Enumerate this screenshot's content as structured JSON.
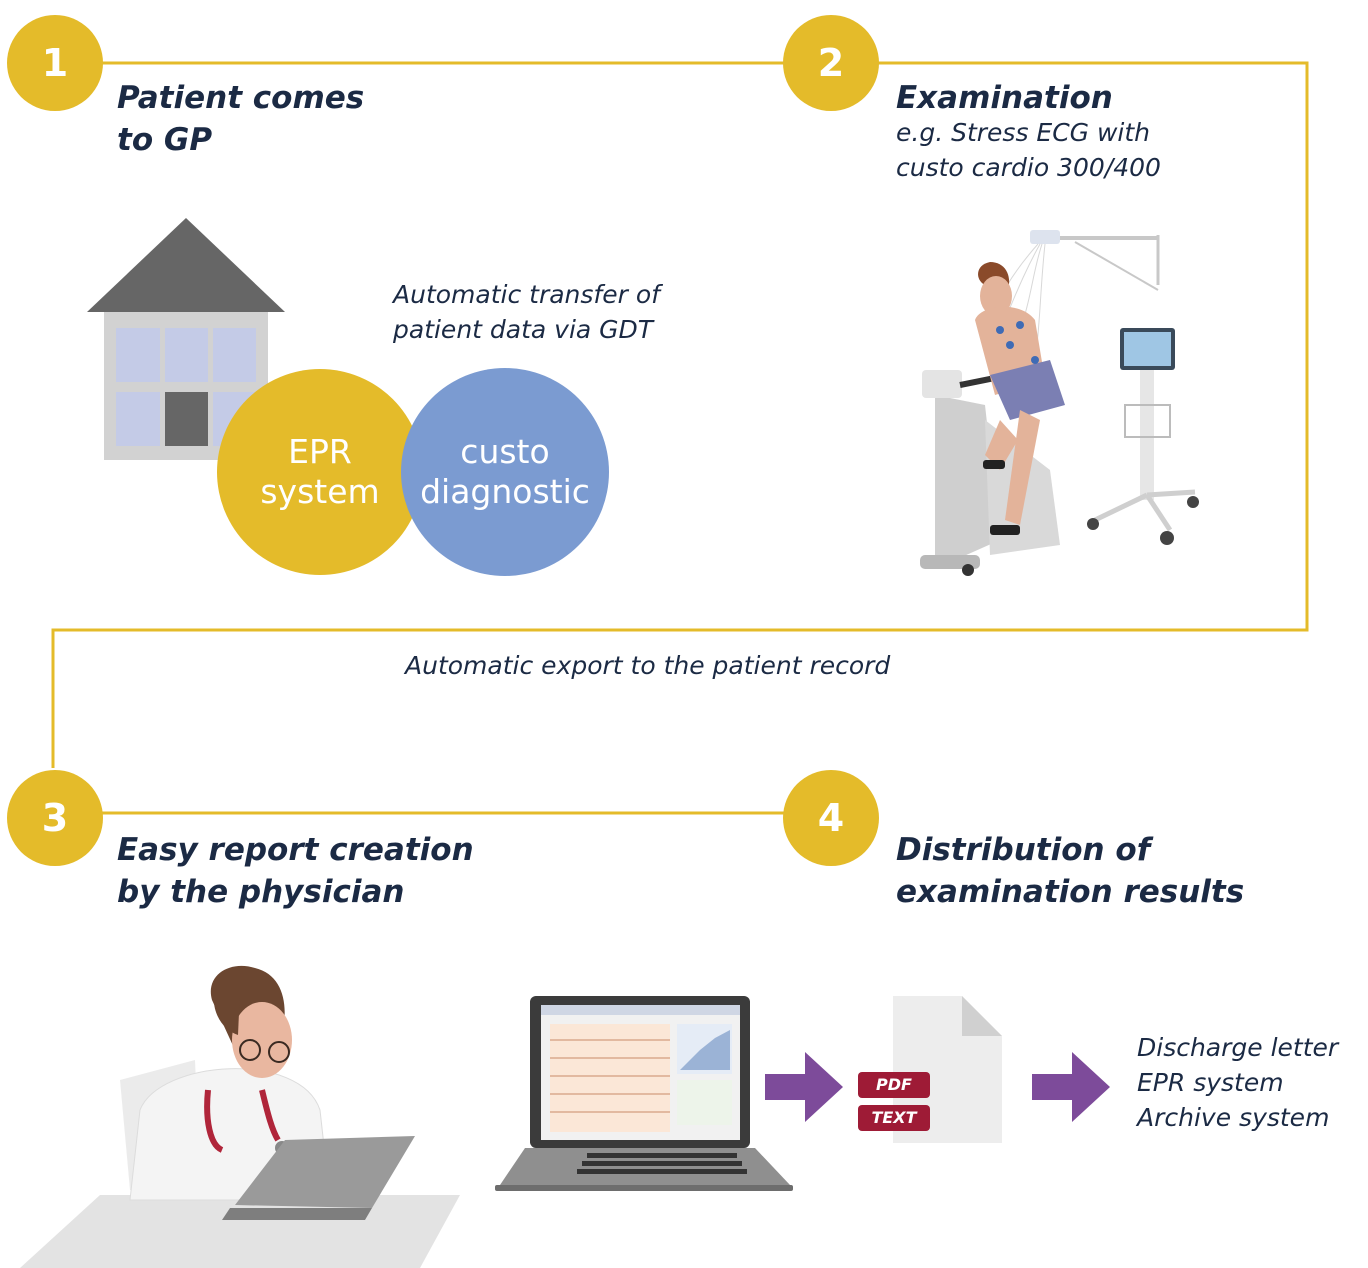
{
  "colors": {
    "accent": "#e4bb2a",
    "navy": "#1b2a44",
    "blue": "#7b9bd1",
    "purple": "#7d4b9a",
    "badge": "#9e1b36"
  },
  "steps": [
    {
      "number": "1",
      "title_line1": "Patient comes",
      "title_line2": "to GP"
    },
    {
      "number": "2",
      "title_line1": "Examination",
      "subtitle_line1": "e.g. Stress ECG with",
      "subtitle_line2": "custo cardio 300/400"
    },
    {
      "number": "3",
      "title_line1": "Easy report creation",
      "title_line2": "by the physician"
    },
    {
      "number": "4",
      "title_line1": "Distribution of",
      "title_line2": "examination results"
    }
  ],
  "transfer_note": {
    "line1": "Automatic transfer of",
    "line2": "patient data via GDT"
  },
  "export_note": "Automatic export to the patient record",
  "venn": {
    "left": {
      "line1": "EPR",
      "line2": "system"
    },
    "right": {
      "line1": "custo",
      "line2": "diagnostic"
    }
  },
  "document_tags": [
    "PDF",
    "TEXT"
  ],
  "destinations": [
    "Discharge letter",
    "EPR system",
    "Archive system"
  ],
  "icons": [
    "house-icon",
    "stress-ecg-illustration",
    "physician-laptop-illustration",
    "laptop-icon",
    "arrow-right-icon",
    "document-icon"
  ]
}
